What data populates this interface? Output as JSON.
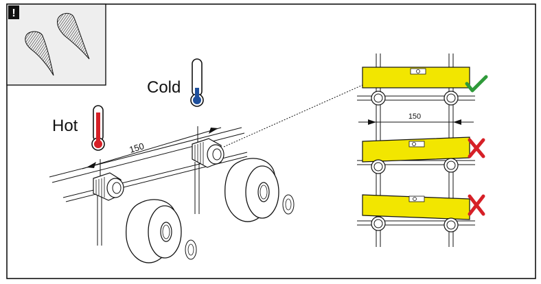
{
  "warning_badge": {
    "symbol": "!",
    "color": "#111111"
  },
  "colors": {
    "level_body": "#f2e600",
    "hot_red": "#d62027",
    "cold_blue": "#1e4f9c",
    "check_green": "#2f9a3a",
    "cross_red": "#d62027",
    "inset_bg": "#eeeeee"
  },
  "labels": {
    "hot": "Hot",
    "cold": "Cold",
    "distance_main": "150",
    "distance_detail": "150"
  },
  "icons": [
    "warning-icon",
    "sealant-tube-icon",
    "thermometer-hot-icon",
    "thermometer-cold-icon",
    "check-icon",
    "cross-icon",
    "spirit-level-icon"
  ],
  "level_checks": [
    {
      "state": "level",
      "mark": "check"
    },
    {
      "state": "tilted",
      "mark": "cross"
    },
    {
      "state": "tilted",
      "mark": "cross"
    }
  ]
}
